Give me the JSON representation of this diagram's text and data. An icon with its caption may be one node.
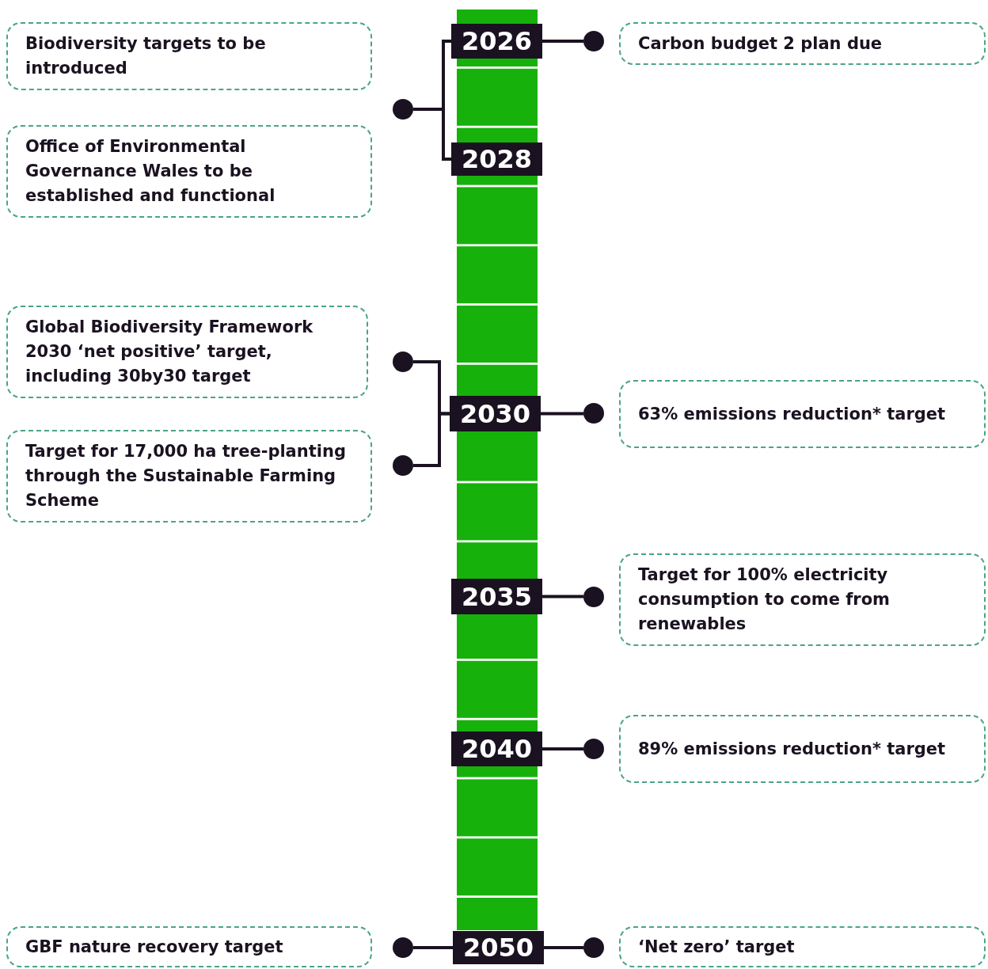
{
  "diagram": {
    "nodes": [
      {
        "text": [
          "Biodiversity targets to be introduced"
        ]
      },
      {
        "text": [
          "2026"
        ]
      },
      {
        "text": [],
        "shape": "circle"
      },
      {
        "text": [
          "Carbon budget 2 plan due"
        ]
      },
      {
        "text": [],
        "shape": "circle"
      },
      {
        "text": [
          "Office of Environmental Governance Wales to be established and functional"
        ]
      },
      {
        "text": [
          "2028"
        ]
      },
      {
        "text": [
          "Global Biodiversity Framework 2030 ‘net positive’ target, including 30by30 target"
        ]
      },
      {
        "text": [],
        "shape": "circle"
      },
      {
        "text": [
          "2030"
        ]
      },
      {
        "text": [],
        "shape": "circle"
      },
      {
        "text": [
          "63% emissions reduction* target"
        ]
      },
      {
        "text": [],
        "shape": "circle"
      },
      {
        "text": [
          "Target for 17,000 ha tree-planting through the Sustainable Farming Scheme"
        ]
      },
      {
        "text": [
          "2035"
        ]
      },
      {
        "text": [],
        "shape": "circle"
      },
      {
        "text": [
          "Target for 100% electricity consumption to come from renewables"
        ]
      },
      {
        "text": [
          "2040"
        ]
      },
      {
        "text": [],
        "shape": "circle"
      },
      {
        "text": [
          "89% emissions reduction* target"
        ]
      },
      {
        "text": [
          "GBF nature recovery target"
        ]
      },
      {
        "text": [],
        "shape": "circle"
      },
      {
        "text": [
          "2050"
        ]
      },
      {
        "text": [],
        "shape": "circle"
      },
      {
        "text": [
          "‘Net zero’ target"
        ]
      }
    ],
    "edges": [
      {
        "from": 1,
        "to": 2,
        "arrow": "none"
      },
      {
        "from": 1,
        "to": 4,
        "arrow": "none"
      },
      {
        "from": 6,
        "to": 4,
        "arrow": "none"
      },
      {
        "from": 9,
        "to": 8,
        "arrow": "none"
      },
      {
        "from": 9,
        "to": 12,
        "arrow": "none"
      },
      {
        "from": 9,
        "to": 10,
        "arrow": "none"
      },
      {
        "from": 14,
        "to": 15,
        "arrow": "none"
      },
      {
        "from": 17,
        "to": 18,
        "arrow": "none"
      },
      {
        "from": 22,
        "to": 21,
        "arrow": "none"
      },
      {
        "from": 22,
        "to": 23,
        "arrow": "none"
      }
    ]
  }
}
